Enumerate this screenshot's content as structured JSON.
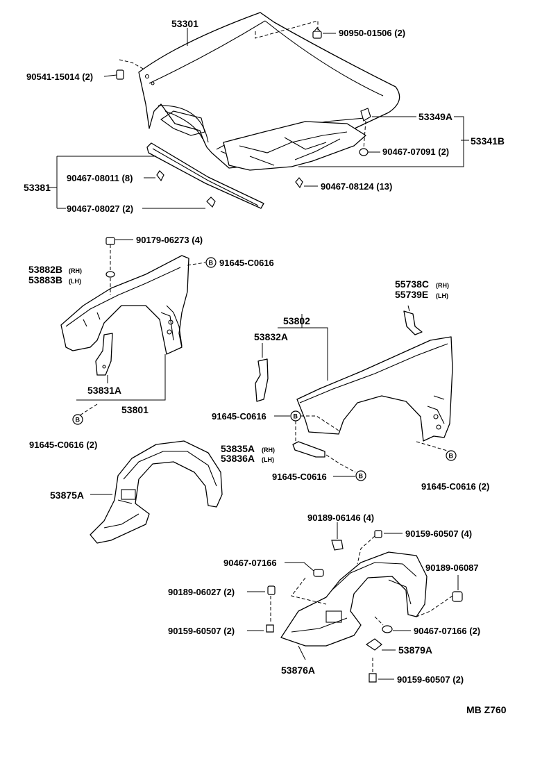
{
  "labels": {
    "p53301": "53301",
    "p9095001506": "90950-01506 (2)",
    "p9054115014": "90541-15014 (2)",
    "p53349a": "53349A",
    "p53341b": "53341B",
    "p9046707091": "90467-07091 (2)",
    "p53381": "53381",
    "p9046708011": "90467-08011 (8)",
    "p9046708027": "90467-08027 (2)",
    "p9046708124": "90467-08124 (13)",
    "p9017906273": "90179-06273 (4)",
    "p53882b": "53882B",
    "p53883b": "53883B",
    "p91645c0616a": "91645-C0616",
    "p55738c": "55738C",
    "p55739e": "55739E",
    "p53802": "53802",
    "p53832a": "53832A",
    "p53831a": "53831A",
    "p53801": "53801",
    "p91645c0616b": "91645-C0616",
    "p91645c0616c": "91645-C0616 (2)",
    "p53835a": "53835A",
    "p53836a": "53836A",
    "p91645c0616d": "91645-C0616",
    "p91645c0616e": "91645-C0616 (2)",
    "p53875a": "53875A",
    "p9018906146": "90189-06146 (4)",
    "p9015960507a": "90159-60507 (4)",
    "p9046707166a": "90467-07166",
    "p9018906087": "90189-06087",
    "p9018906027": "90189-06027 (2)",
    "p9015960507b": "90159-60507 (2)",
    "p9046707166b": "90467-07166 (2)",
    "p53879a": "53879A",
    "p53876a": "53876A",
    "p9015960507c": "90159-60507 (2)",
    "code": "MB Z760"
  },
  "side": {
    "rh": "(RH)",
    "lh": "(LH)"
  },
  "symbol": {
    "b": "B"
  }
}
